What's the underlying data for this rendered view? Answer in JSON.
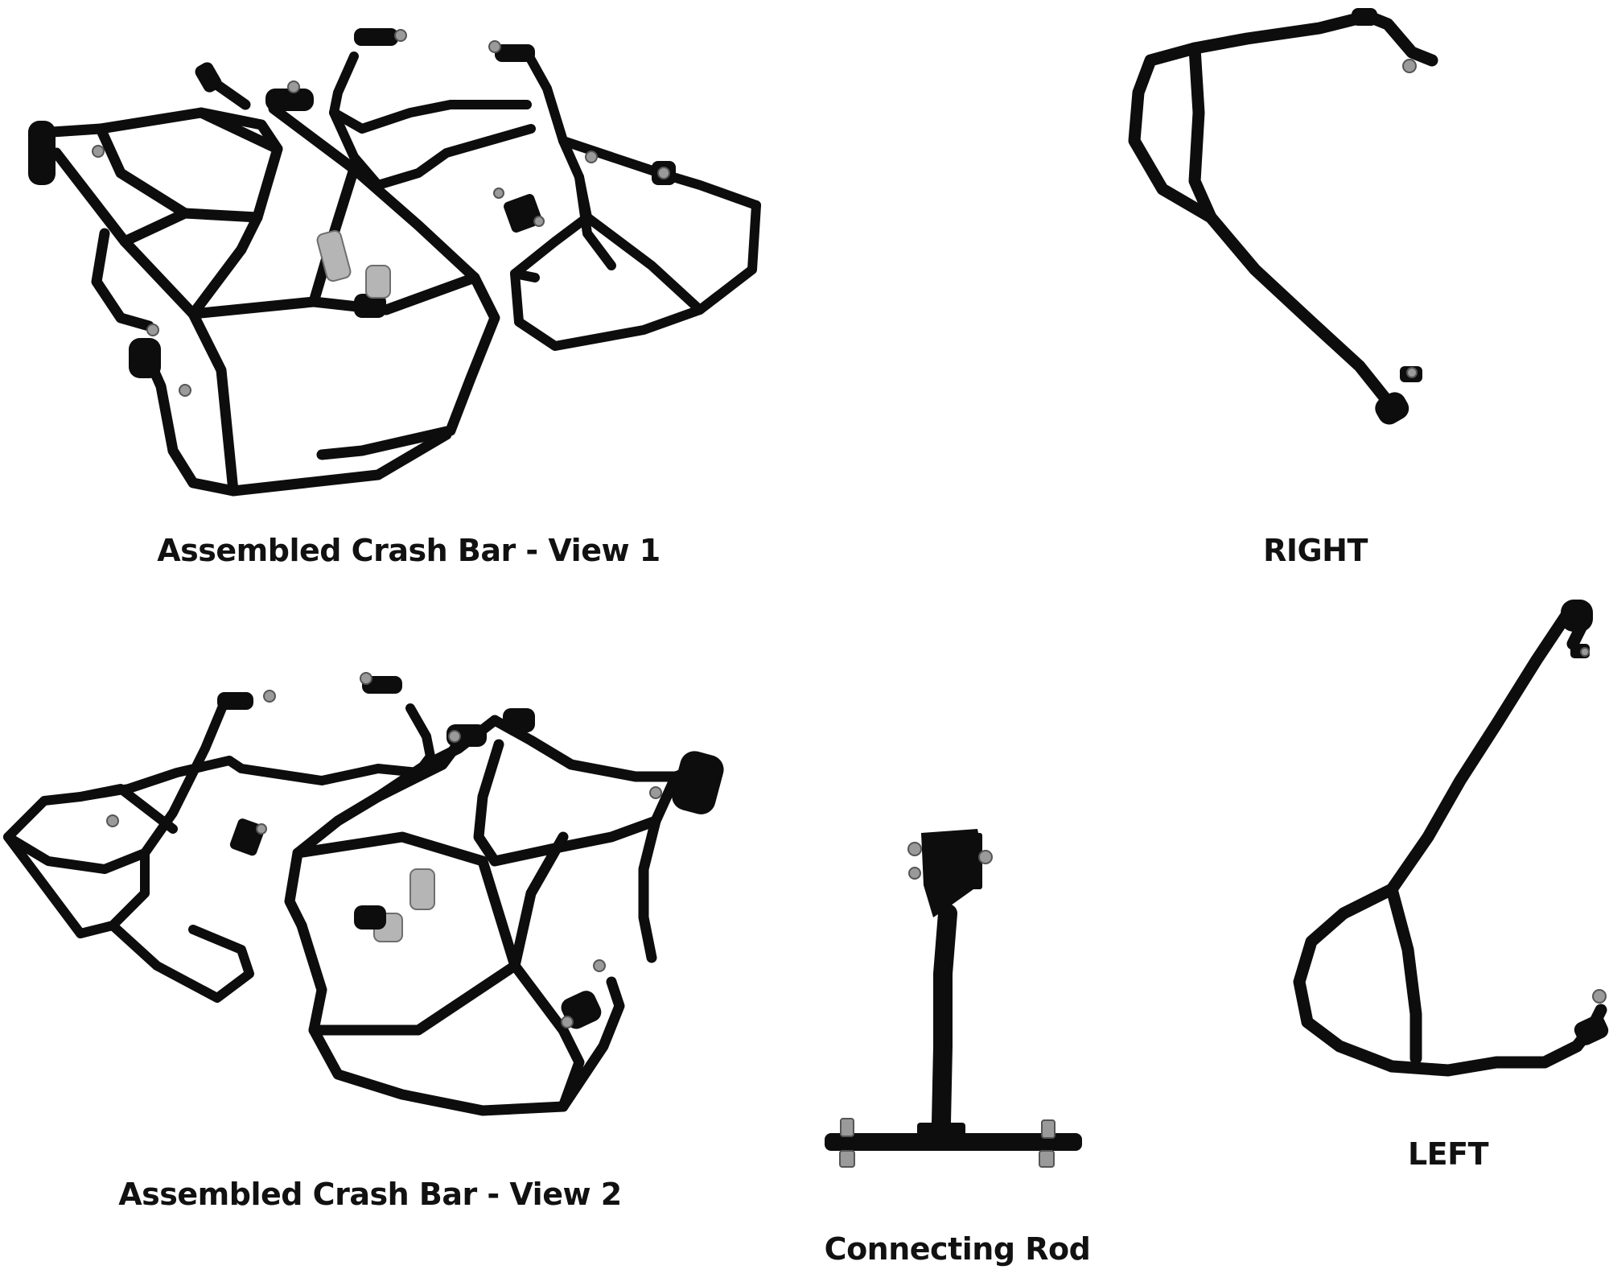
{
  "panels": {
    "view1": {
      "caption": "Assembled Crash Bar - View 1",
      "icon": "crash-bar-assembly-icon"
    },
    "right": {
      "caption": "RIGHT",
      "icon": "right-crash-bar-icon"
    },
    "view2": {
      "caption": "Assembled Crash Bar - View 2",
      "icon": "crash-bar-assembly-icon"
    },
    "rod": {
      "caption": "Connecting Rod",
      "icon": "connecting-rod-icon"
    },
    "left": {
      "caption": "LEFT",
      "icon": "left-crash-bar-icon"
    }
  },
  "colors": {
    "background": "#ffffff",
    "bar": "#0d0d0d",
    "bolt": "#9a9a9a",
    "caption": "#111111"
  }
}
